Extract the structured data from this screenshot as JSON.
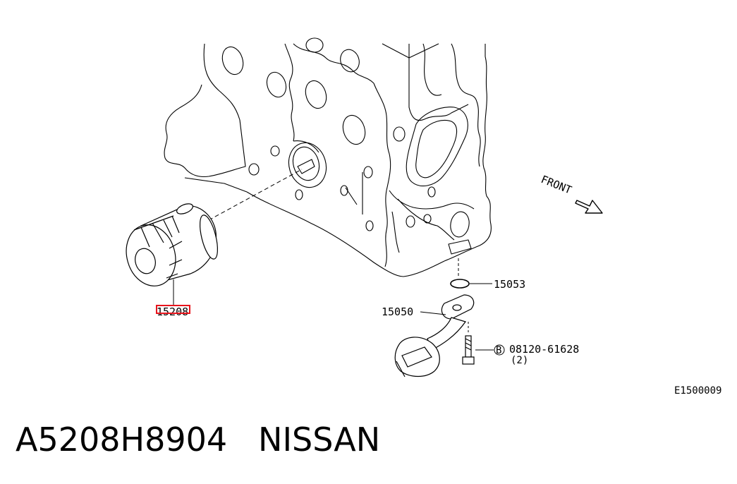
{
  "diagram": {
    "labels": {
      "filter": "15208",
      "o_ring": "15053",
      "strainer": "15050",
      "bolt": "08120-61628",
      "bolt_qty": "(2)",
      "bolt_marker": "B",
      "front": "FRONT",
      "code": "E1500009"
    },
    "highlight_color": "#e8141c"
  },
  "caption": {
    "part_number": "A5208H8904",
    "brand": "NISSAN",
    "text": "A5208H8904   NISSAN"
  }
}
